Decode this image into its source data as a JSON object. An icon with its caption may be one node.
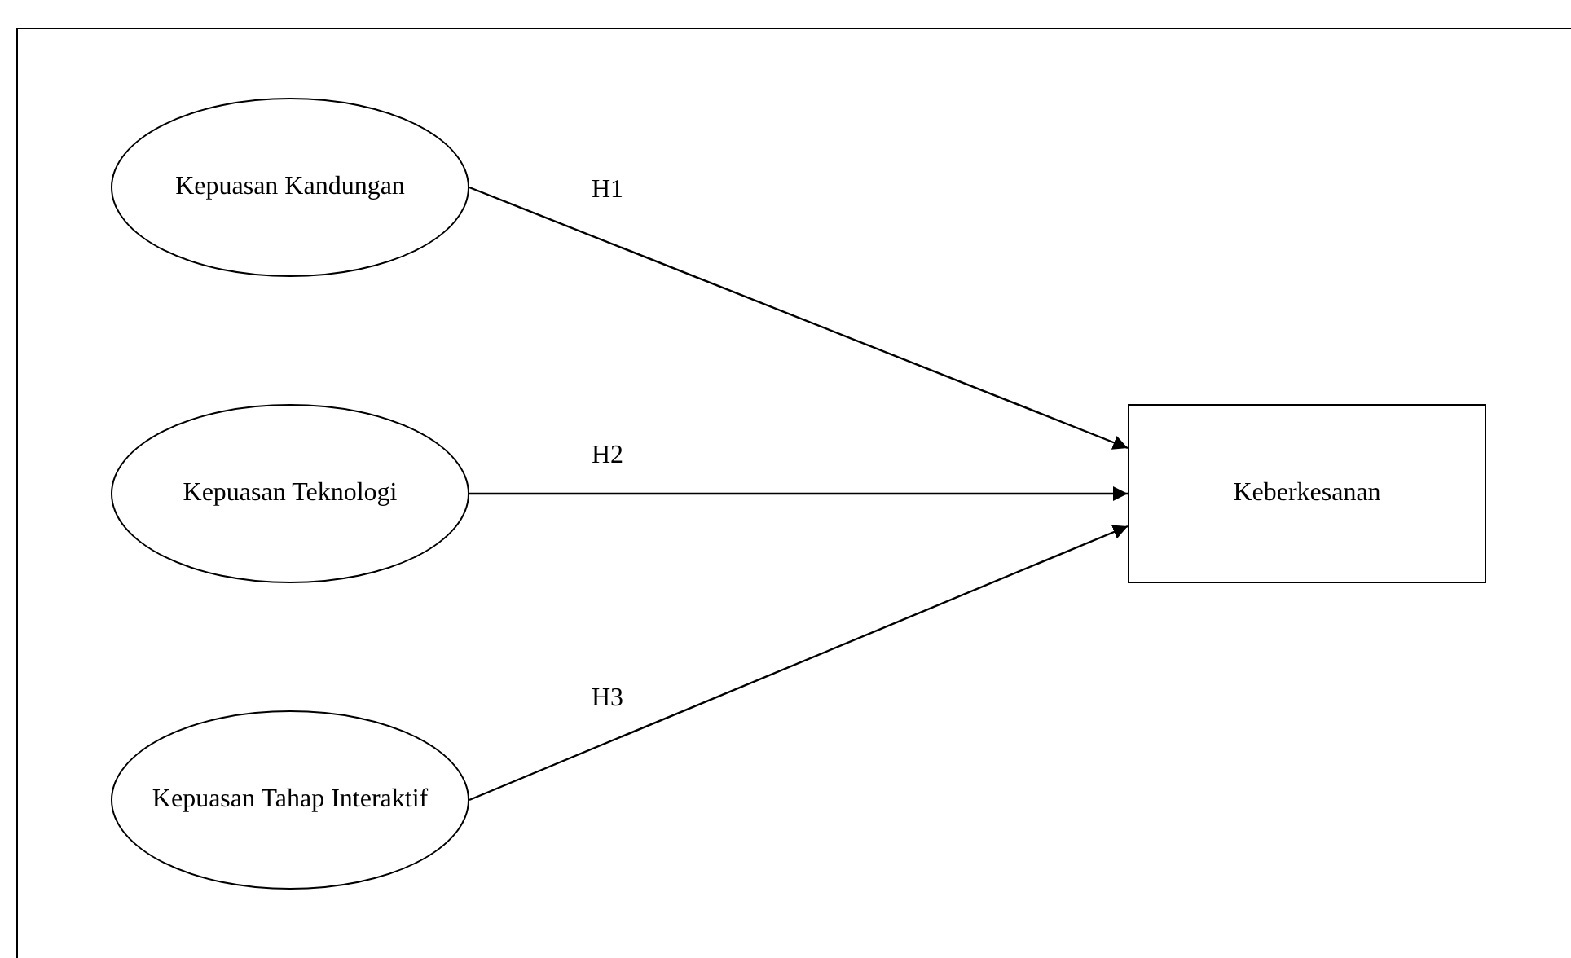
{
  "diagram": {
    "nodes": [
      {
        "text": [
          "Kepuasan Kandungan"
        ]
      },
      {
        "text": [
          "Kepuasan Teknologi"
        ]
      },
      {
        "text": [
          "Kepuasan Tahap Interaktif"
        ]
      },
      {
        "text": [
          "Keberkesanan"
        ]
      }
    ],
    "edges": [
      {
        "from": 0,
        "to": 3,
        "arrow": "to",
        "label": "H1"
      },
      {
        "from": 1,
        "to": 3,
        "arrow": "to",
        "label": "H2"
      },
      {
        "from": 2,
        "to": 3,
        "arrow": "to",
        "label": "H3"
      }
    ]
  }
}
